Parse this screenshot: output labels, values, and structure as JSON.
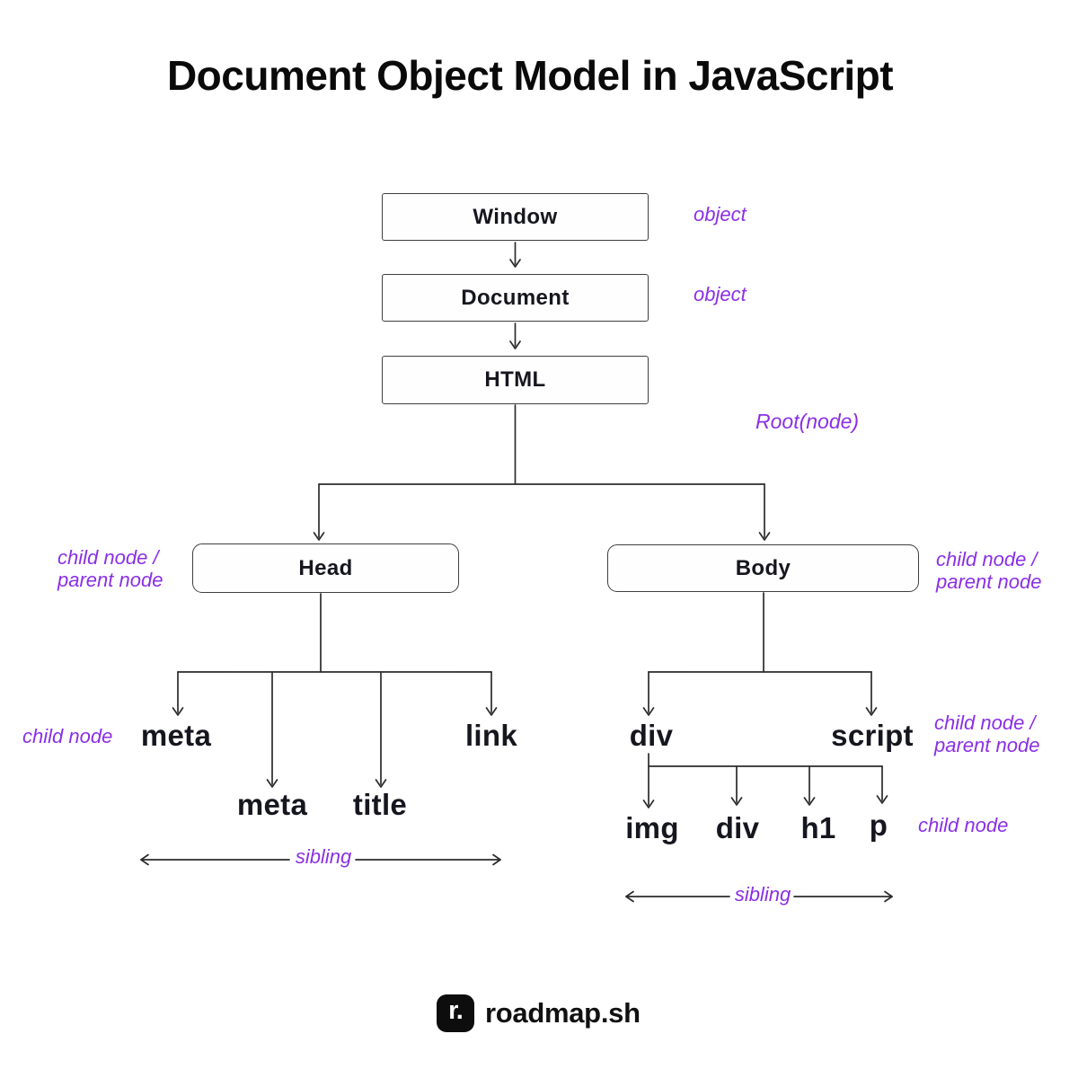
{
  "title": "Document Object Model in JavaScript",
  "colors": {
    "purple": "#8a2fe6",
    "line": "#2b2b2b",
    "ink": "#16161f",
    "logo_bg": "#0d0d0d"
  },
  "tree": {
    "window": "Window",
    "document": "Document",
    "html": "HTML",
    "head": "Head",
    "body": "Body",
    "head_children": [
      "meta",
      "meta",
      "title",
      "link"
    ],
    "body_children": [
      "div",
      "script"
    ],
    "div_children": [
      "img",
      "div",
      "h1",
      "p"
    ]
  },
  "annotations": {
    "object_window": "object",
    "object_document": "object",
    "root_node": "Root(node)",
    "head_side": [
      "child node /",
      "parent node"
    ],
    "meta_side": "child node",
    "body_side": [
      "child node /",
      "parent node"
    ],
    "script_side": [
      "child node /",
      "parent node"
    ],
    "p_side": "child node",
    "sibling_head": "sibling",
    "sibling_div": "sibling"
  },
  "footer": {
    "logo_glyph": "r.",
    "brand": "roadmap.sh"
  }
}
